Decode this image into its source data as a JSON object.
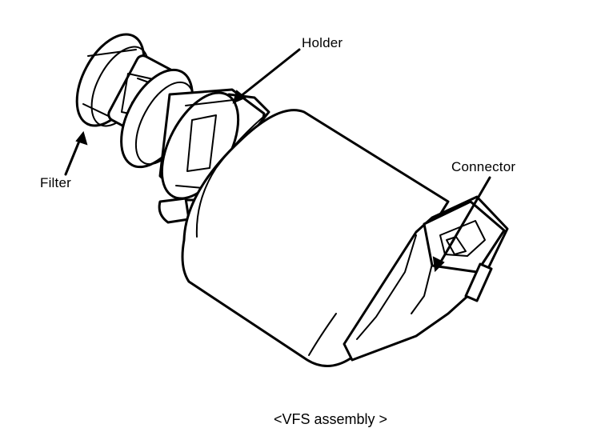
{
  "labels": {
    "holder": "Holder",
    "filter": "Filter",
    "connector": "Connector"
  },
  "caption": "<VFS assembly >",
  "colors": {
    "ink": "#000000",
    "paper": "#ffffff"
  }
}
